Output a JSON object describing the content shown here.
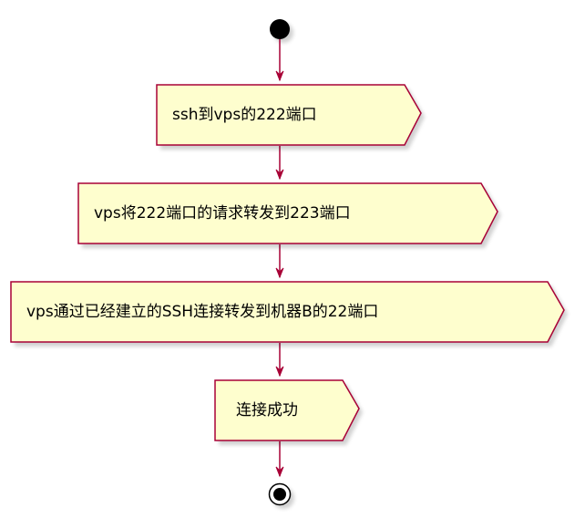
{
  "diagram": {
    "steps": [
      {
        "label": "ssh到vps的222端口"
      },
      {
        "label": "vps将222端口的请求转发到223端口"
      },
      {
        "label": "vps通过已经建立的SSH连接转发到机器B的22端口"
      },
      {
        "label": "连接成功"
      }
    ]
  },
  "colors": {
    "node_fill": "#fefece",
    "node_border": "#a80036",
    "edge": "#a80036",
    "start_end": "#000000"
  }
}
